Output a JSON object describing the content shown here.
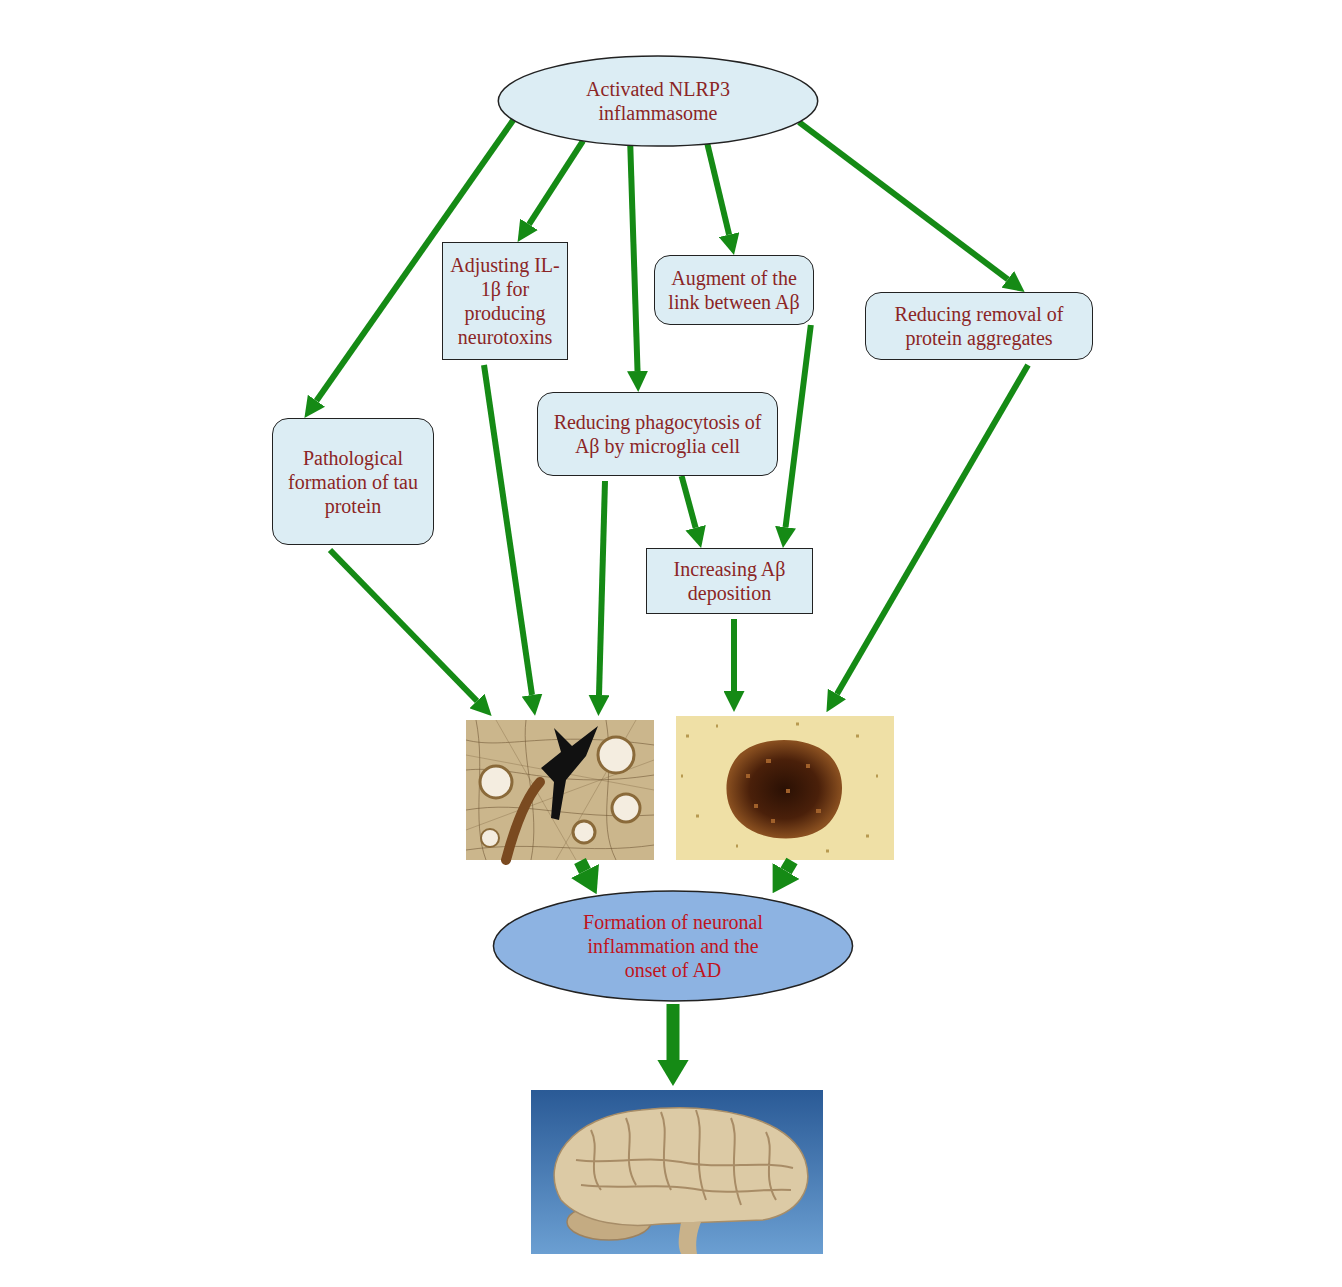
{
  "diagram": {
    "nodes": [
      {
        "text": [
          "Activated NLRP3 inflammasome"
        ]
      },
      {
        "text": [
          "Adjusting IL-1β for producing neurotoxins"
        ]
      },
      {
        "text": [
          "Augment of the link between Aβ"
        ]
      },
      {
        "text": [
          "Reducing removal of protein aggregates"
        ]
      },
      {
        "text": [
          "Pathological formation of tau protein"
        ]
      },
      {
        "text": [
          "Reducing phagocytosis of Aβ by microglia cell"
        ]
      },
      {
        "text": [
          "Increasing Aβ deposition"
        ]
      },
      {
        "text": [
          "Formation of neuronal inflammation and the onset of AD"
        ]
      }
    ],
    "edges": [
      {
        "from": 0,
        "to": 4,
        "arrow": "to"
      },
      {
        "from": 0,
        "to": 1,
        "arrow": "to"
      },
      {
        "from": 0,
        "to": 5,
        "arrow": "to"
      },
      {
        "from": 0,
        "to": 2,
        "arrow": "to"
      },
      {
        "from": 0,
        "to": 3,
        "arrow": "to"
      },
      {
        "from": 5,
        "to": 6,
        "arrow": "to"
      },
      {
        "from": 2,
        "to": 6,
        "arrow": "to"
      }
    ]
  }
}
